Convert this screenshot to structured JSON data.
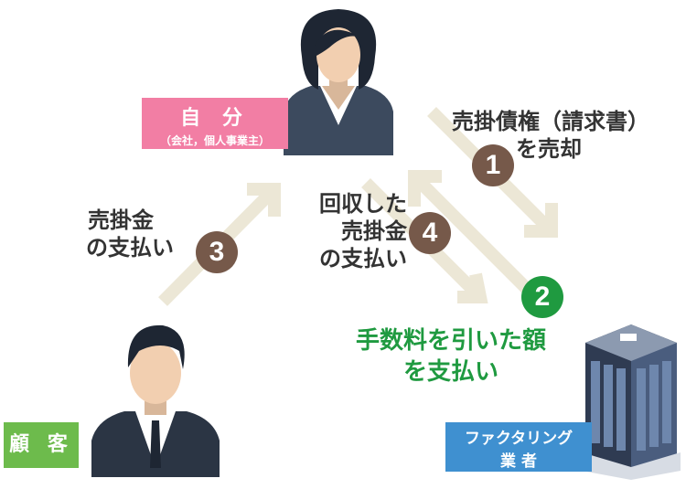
{
  "nodes": {
    "self": {
      "title": "自 分",
      "subtitle": "（会社，個人事業主）"
    },
    "customer": {
      "title": "顧 客"
    },
    "factoring": {
      "line1": "ファクタリング",
      "line2": "業 者"
    }
  },
  "steps": [
    {
      "number": "1",
      "line1": "売掛債権（請求書）",
      "line2": "を売却"
    },
    {
      "number": "2",
      "line1": "手数料を引いた額",
      "line2": "を支払い"
    },
    {
      "number": "3",
      "line1": "売掛金",
      "line2": "の支払い"
    },
    {
      "number": "4",
      "line1": "回収した",
      "line2": "売掛金",
      "line3": "の支払い"
    }
  ],
  "colors": {
    "arrow": "#ece7d6",
    "badge_brown": "#76594a",
    "badge_green": "#1f9a40",
    "self_label": "#f27ea4",
    "customer_label": "#6dbb4c",
    "factoring_label": "#3f90d0"
  }
}
